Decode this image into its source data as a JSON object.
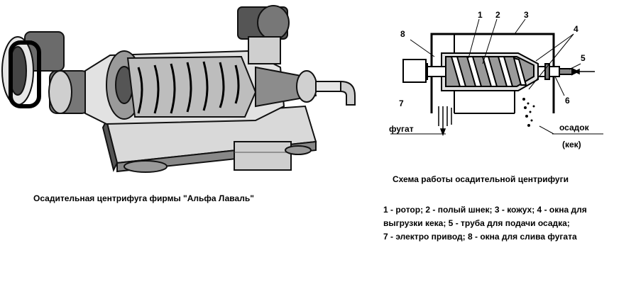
{
  "diagram": {
    "numbers": [
      "1",
      "2",
      "3",
      "4",
      "5",
      "6",
      "7",
      "8"
    ],
    "fugat_label": "фугат",
    "osadok_label": "осадок",
    "kek_label": "(кек)"
  },
  "captions": {
    "left": "Осадительная центрифуга фирмы \"Альфа Лаваль\"",
    "right": "Схема работы осадительной центрифуги"
  },
  "legend": {
    "line1": "1 - ротор; 2 - полый шнек; 3 - кожух; 4 - окна для",
    "line2": "выгрузки кека; 5 - труба для подачи осадка;",
    "line3": "7 - электро привод;  8 - окна для слива фугата"
  }
}
